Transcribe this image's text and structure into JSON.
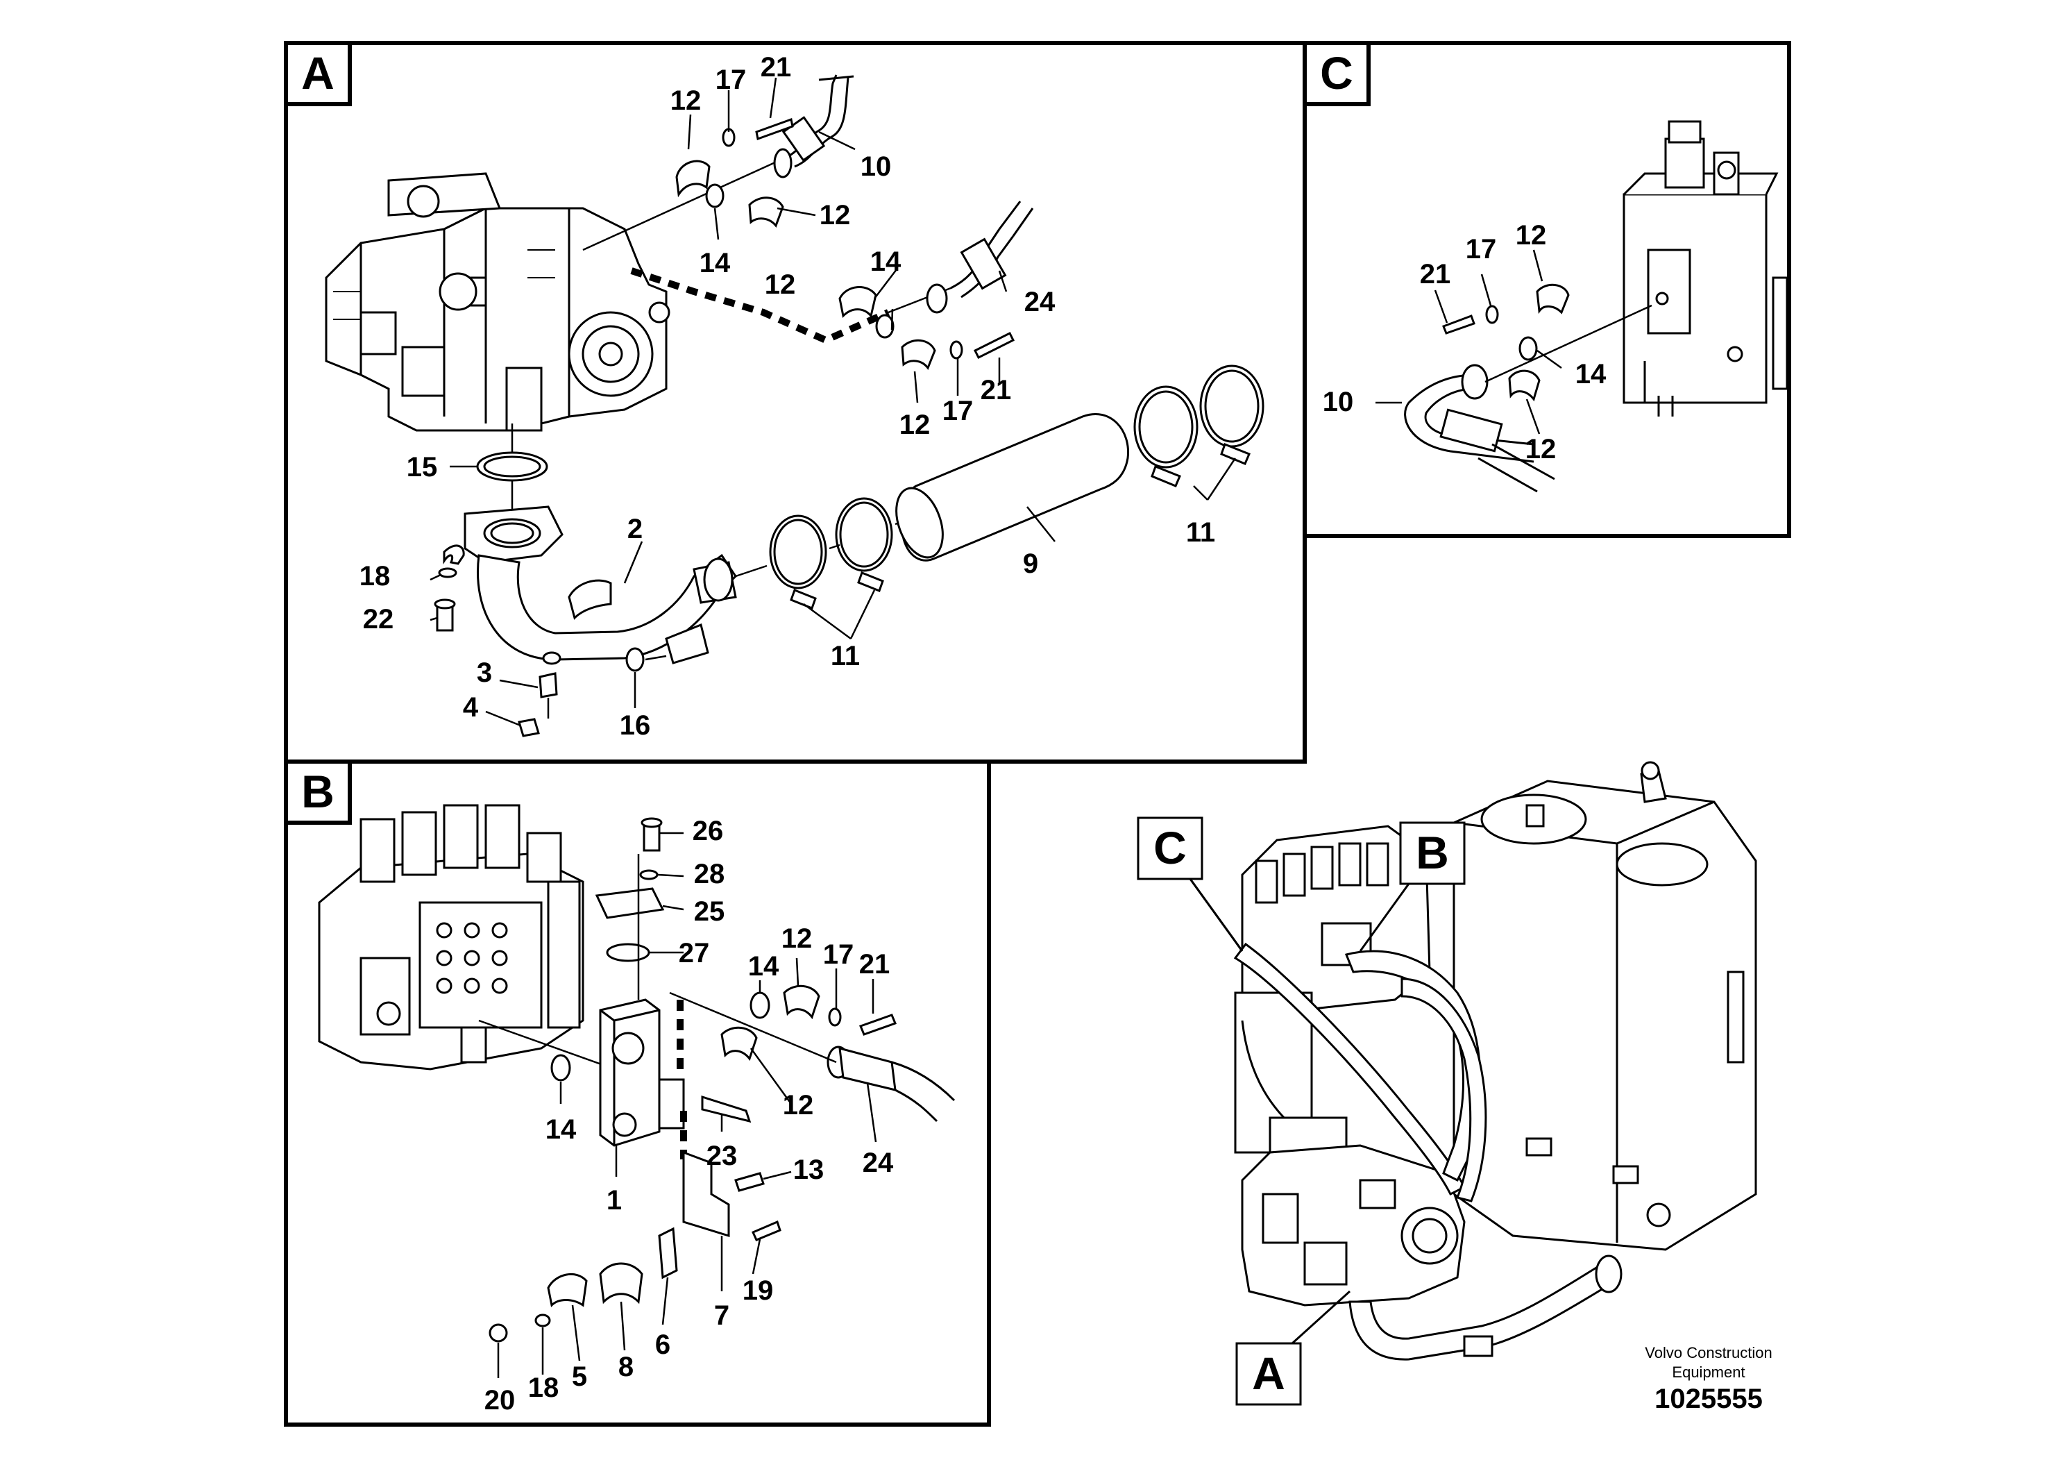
{
  "panels": [
    {
      "key": "A",
      "label": "A"
    },
    {
      "key": "B",
      "label": "B"
    },
    {
      "key": "C",
      "label": "C"
    }
  ],
  "overview_callouts": [
    "C",
    "B",
    "A"
  ],
  "part_numbers": {
    "A": [
      "21",
      "17",
      "12",
      "10",
      "12",
      "14",
      "12",
      "14",
      "24",
      "12",
      "17",
      "21",
      "12",
      "15",
      "2",
      "9",
      "11",
      "18",
      "22",
      "11",
      "3",
      "4",
      "16"
    ],
    "B": [
      "26",
      "28",
      "25",
      "27",
      "12",
      "17",
      "21",
      "14",
      "12",
      "14",
      "24",
      "23",
      "13",
      "1",
      "19",
      "7",
      "6",
      "20",
      "18",
      "5",
      "8"
    ],
    "C": [
      "17",
      "12",
      "21",
      "14",
      "10",
      "12"
    ]
  },
  "footer": {
    "maker_line1": "Volvo Construction",
    "maker_line2": "Equipment",
    "doc_id": "1025555"
  }
}
